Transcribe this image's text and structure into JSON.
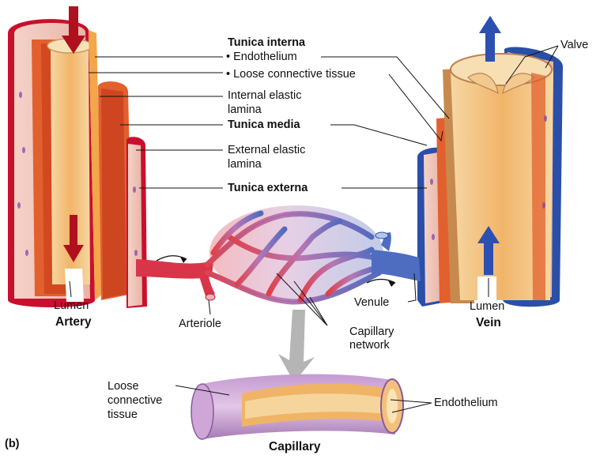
{
  "figure_label": "(b)",
  "labels": {
    "tunica_interna": "Tunica interna",
    "endothelium_bullet": "• Endothelium",
    "loose_ct_bullet": "• Loose connective tissue",
    "internal_elastic_1": "Internal elastic",
    "internal_elastic_2": "lamina",
    "tunica_media": "Tunica media",
    "external_elastic_1": "External elastic",
    "external_elastic_2": "lamina",
    "tunica_externa": "Tunica externa",
    "valve": "Valve",
    "lumen_artery": "Lumen",
    "artery": "Artery",
    "arteriole": "Arteriole",
    "capillary_network_1": "Capillary",
    "capillary_network_2": "network",
    "venule": "Venule",
    "lumen_vein": "Lumen",
    "vein": "Vein",
    "loose_ct_1": "Loose",
    "loose_ct_2": "connective",
    "loose_ct_3": "tissue",
    "endothelium_cap": "Endothelium",
    "capillary": "Capillary"
  },
  "colors": {
    "artery_red": "#c8102e",
    "vein_blue": "#2a4fa8",
    "media_orange": "#e2602e",
    "lumen_tan": "#f3c98a",
    "externa_pink": "#f2c7bd",
    "capillary_purple": "#b98bc4",
    "arrow_gray": "#b5b5b5"
  }
}
